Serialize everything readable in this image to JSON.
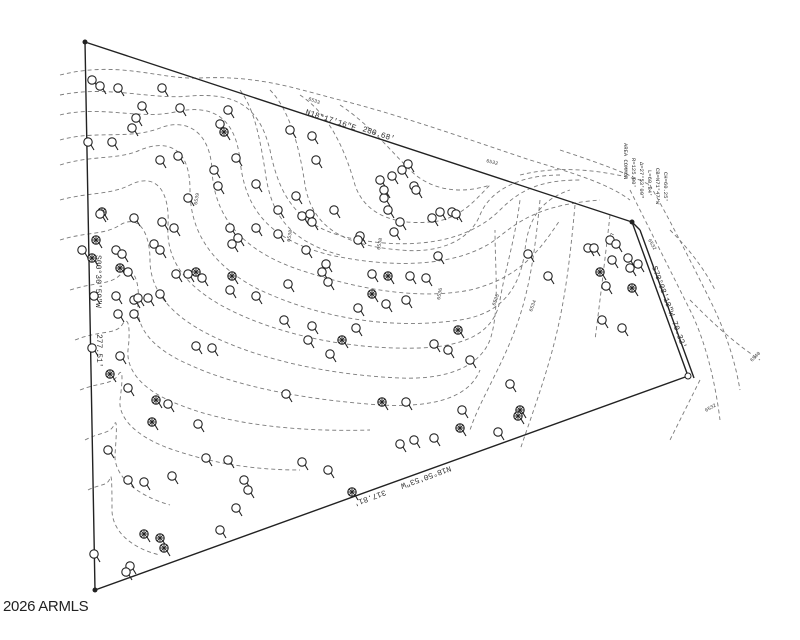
{
  "copyright": "2026 ARMLS",
  "bearings": {
    "north": "N18°17'16\"E",
    "east": "S70°08'10\"W",
    "south": "N18°50'53\"W",
    "west": "S00°36'59\"W"
  },
  "distances": {
    "north": "280.68'",
    "east": "70.32'",
    "south": "317.81'",
    "west": "277.51'"
  },
  "contour_labels": [
    "6532",
    "6533",
    "6534",
    "6535",
    "6536",
    "6537",
    "6538",
    "6539",
    "6540"
  ],
  "curve_note": [
    "AREA COMMON",
    "R=125.00'",
    "Δ=27°53'09\"",
    "L=60.84'",
    "CB=N71°47'W",
    "CH=60.25'"
  ]
}
